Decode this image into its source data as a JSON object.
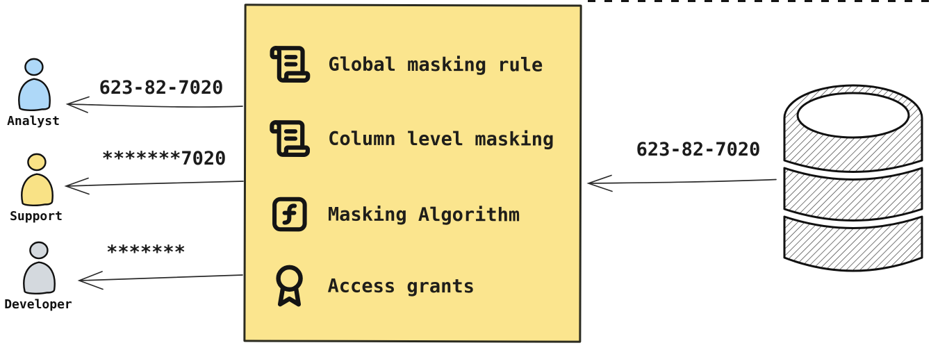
{
  "canvas": {
    "background": "#ffffff",
    "ink": "#1c1c1c"
  },
  "recipients": [
    {
      "name": "Analyst",
      "received_value": "623-82-7020",
      "fill": "#AED8F8"
    },
    {
      "name": "Support",
      "received_value": "*******7020",
      "fill": "#F9E286"
    },
    {
      "name": "Developer",
      "received_value": "*******",
      "fill": "#D4D9DE"
    }
  ],
  "masking_layer": {
    "fill": "#FBE58E",
    "border_color": "#2b2b20",
    "items": [
      {
        "icon": "scroll-text-icon",
        "label": "Global masking rule"
      },
      {
        "icon": "scroll-text-icon",
        "label": "Column level masking"
      },
      {
        "icon": "function-square-icon",
        "label": "Masking Algorithm"
      },
      {
        "icon": "award-icon",
        "label": "Access grants"
      }
    ]
  },
  "database": {
    "icon": "database-icon",
    "outbound_value": "623-82-7020"
  }
}
